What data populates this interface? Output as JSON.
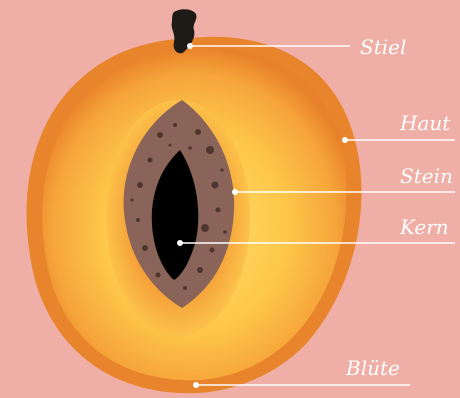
{
  "labels": {
    "stem": "Stiel",
    "skin": "Haut",
    "stone": "Stein",
    "kernel": "Kern",
    "blossom_end": "Blüte"
  },
  "colors": {
    "background": "#efaea6",
    "skin": "#e58a2c",
    "flesh_outer": "#f4a83e",
    "flesh_inner": "#fdd35a",
    "stone": "#8a6458",
    "kernel": "#000000",
    "stem": "#1e1a16",
    "leader_line": "#ffffff",
    "label_text": "#ffffff"
  }
}
